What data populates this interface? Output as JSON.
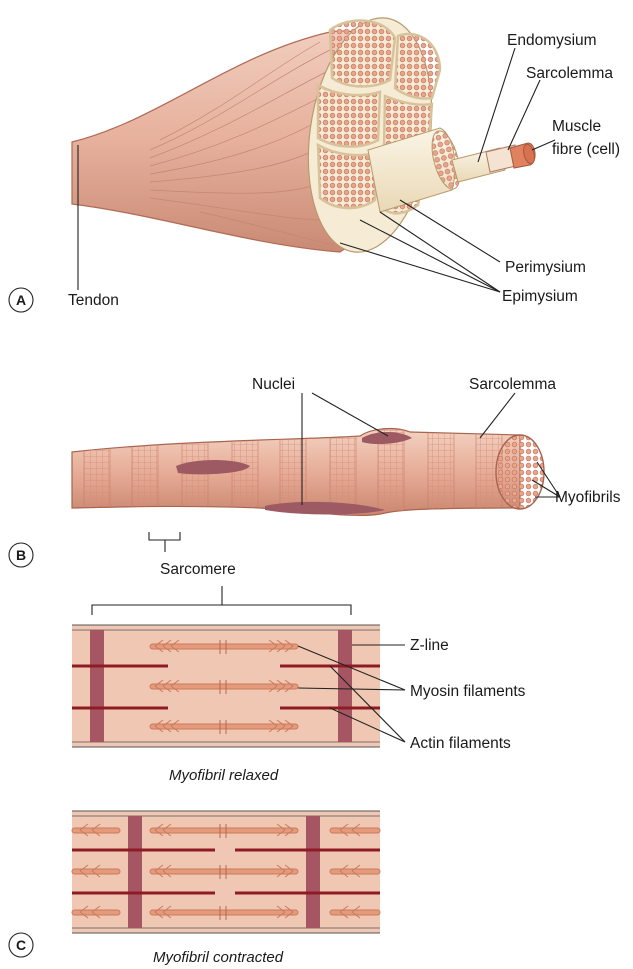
{
  "panels": {
    "a": {
      "letter": "A",
      "labels": {
        "endomysium": "Endomysium",
        "sarcolemma": "Sarcolemma",
        "muscle_fibre_line1": "Muscle",
        "muscle_fibre_line2": "fibre (cell)",
        "perimysium": "Perimysium",
        "epimysium": "Epimysium",
        "tendon": "Tendon"
      }
    },
    "b": {
      "letter": "B",
      "labels": {
        "nuclei": "Nuclei",
        "sarcolemma": "Sarcolemma",
        "myofibrils": "Myofibrils",
        "sarcomere": "Sarcomere"
      }
    },
    "c": {
      "letter": "C",
      "labels": {
        "z_line": "Z-line",
        "myosin_filaments": "Myosin filaments",
        "actin_filaments": "Actin filaments"
      },
      "caption_relaxed": "Myofibril relaxed",
      "caption_contracted": "Myofibril contracted"
    }
  },
  "colors": {
    "muscle": "#e8b7a3",
    "muscle_light": "#f1cdbd",
    "muscle_dark": "#c98a74",
    "fascicle_cell": "#e58466",
    "sheath": "#f6ecd6",
    "fibre": "#e0825f",
    "nucleus": "#9d5a63",
    "z_line": "#a65662",
    "actin": "#8e1b24",
    "myosin": "#e59a7b",
    "myofibril_bg": "#f0c7b3"
  }
}
